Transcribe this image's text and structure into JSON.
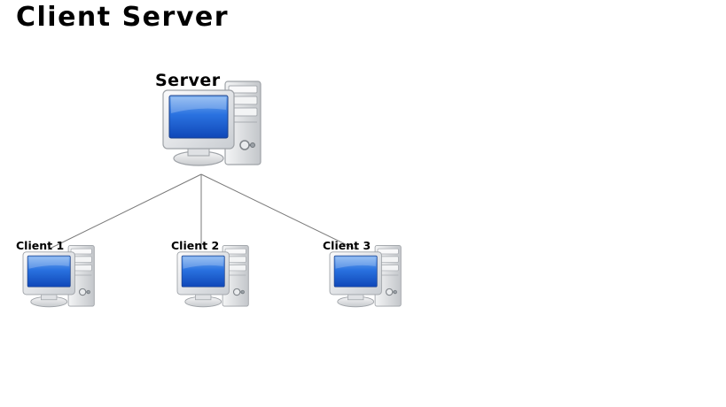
{
  "title": "Client Server",
  "server": {
    "label": "Server"
  },
  "clients": [
    {
      "label": "Client 1"
    },
    {
      "label": "Client 2"
    },
    {
      "label": "Client 3"
    }
  ],
  "colors": {
    "screen": "#1f63d6",
    "bezel": "#e8eaec",
    "tower": "#e6e7e9",
    "line": "#7a7a7a"
  },
  "icons": {
    "computer": "desktop-computer-icon"
  }
}
